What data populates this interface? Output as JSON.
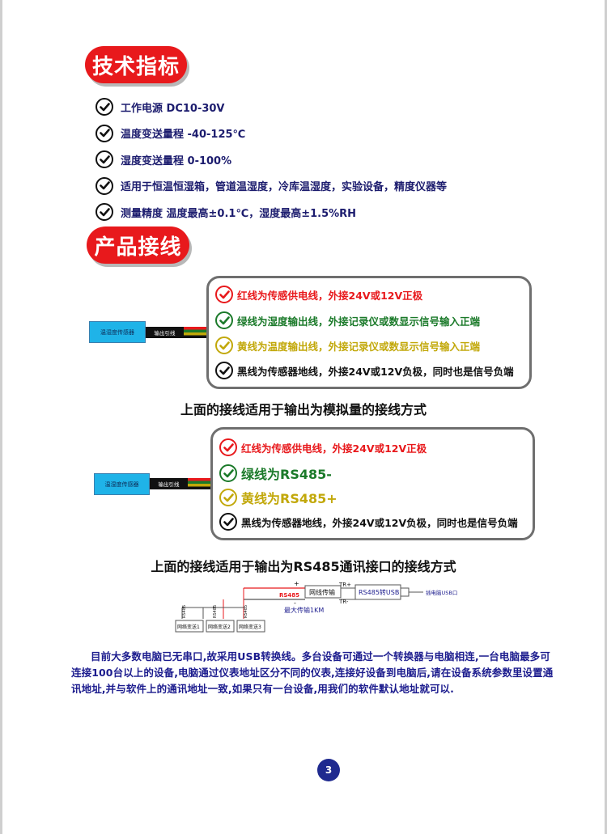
{
  "section1": {
    "title": "技术指标"
  },
  "specs": [
    "工作电源 DC10-30V",
    "温度变送量程 -40-125℃",
    "湿度变送量程  0-100%",
    "适用于恒温恒湿箱，管道温湿度，冷库温湿度，实验设备，精度仪器等",
    "测量精度  温度最高±0.1℃，湿度最高±1.5%RH"
  ],
  "section2": {
    "title": "产品接线"
  },
  "wiring_analog": {
    "sensor_label": "温湿度传感器",
    "cable_label": "输出引线",
    "lines": [
      {
        "text": "红线为传感供电线，外接24V或12V正极",
        "color": "#e8191c"
      },
      {
        "text": "绿线为湿度输出线，外接记录仪或数显示信号输入正端",
        "color": "#1b7a2a"
      },
      {
        "text": "黄线为温度输出线，外接记录仪或数显示信号输入正端",
        "color": "#c2a80a"
      },
      {
        "text": "黑线为传感器地线，外接24V或12V负极，同时也是信号负端",
        "color": "#111111"
      }
    ],
    "caption": "上面的接线适用于输出为模拟量的接线方式"
  },
  "wiring_rs485": {
    "sensor_label": "温湿度传感器",
    "cable_label": "输出引线",
    "lines": [
      {
        "text": "红线为传感供电线，外接24V或12V正极",
        "color": "#e8191c"
      },
      {
        "text": "绿线为RS485-",
        "color": "#1b7a2a"
      },
      {
        "text": "黄线为RS485+",
        "color": "#c2a80a"
      },
      {
        "text": "黑线为传感器地线，外接24V或12V负极，同时也是信号负端",
        "color": "#111111"
      }
    ],
    "caption": "上面的接线适用于输出为RS485通讯接口的接线方式"
  },
  "network": {
    "rs485_label": "RS485",
    "wire_label": "网线传输",
    "converter_label": "RS485转USB",
    "pc_label": "插电脑USB口",
    "distance_label": "最大传输1KM",
    "tr_plus": "TR+",
    "tr_minus": "TR-",
    "plus": "+",
    "minus": "-",
    "devices": [
      "网络变送1",
      "网络变送2",
      "网络变送3"
    ],
    "device_bus_label": "RS485"
  },
  "paragraph": "目前大多数电脑已无串口,故采用USB转换线。多台设备可通过一个转换器与电脑相连,一台电脑最多可连接100台以上的设备,电脑通过仪表地址区分不同的仪表,连接好设备到电脑后,请在设备系统参数里设置通讯地址,并与软件上的通讯地址一致,如果只有一台设备,用我们的软件默认地址就可以.",
  "page_number": "3",
  "colors": {
    "accent_red": "#e8191c",
    "text_navy": "#1c1c6e",
    "box_gray": "#6f6f6f",
    "sensor_blue": "#1fb3e8"
  },
  "icons": {
    "bullet": "check-circle-icon"
  }
}
